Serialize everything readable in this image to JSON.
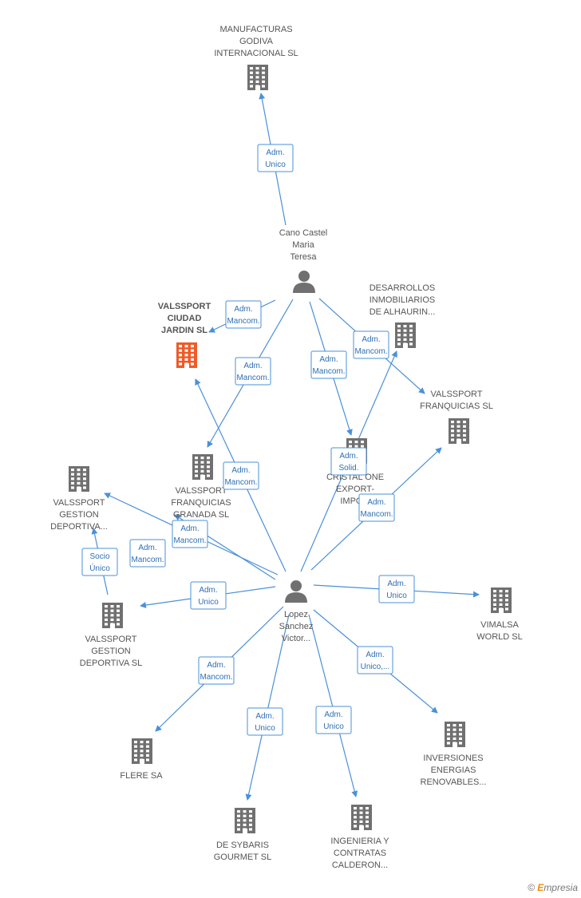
{
  "colors": {
    "edge": "#4a90d9",
    "company": "#707070",
    "highlight": "#f05a28",
    "person": "#707070"
  },
  "nodes": [
    {
      "id": "manufacturas",
      "type": "company",
      "label": [
        "MANUFACTURAS",
        "GODIVA",
        "INTERNACIONAL SL"
      ]
    },
    {
      "id": "cano",
      "type": "person",
      "label": [
        "Cano Castel",
        "Maria",
        "Teresa"
      ]
    },
    {
      "id": "valssport_ciudad",
      "type": "company-main",
      "label": [
        "VALSSPORT",
        "CIUDAD",
        "JARDIN SL"
      ]
    },
    {
      "id": "desarrollos",
      "type": "company",
      "label": [
        "DESARROLLOS",
        "INMOBILIARIOS",
        "DE ALHAURIN..."
      ]
    },
    {
      "id": "valssport_franq",
      "type": "company",
      "label": [
        "VALSSPORT",
        "FRANQUICIAS SL"
      ]
    },
    {
      "id": "valssport_granada",
      "type": "company",
      "label": [
        "VALSSPORT",
        "FRANQUICIAS",
        "GRANADA SL"
      ]
    },
    {
      "id": "cristal",
      "type": "company",
      "label": [
        "CRISTAL ONE",
        "EXPORT-",
        "IMPO..."
      ]
    },
    {
      "id": "valssport_gd1",
      "type": "company",
      "label": [
        "VALSSPORT",
        "GESTION",
        "DEPORTIVA..."
      ]
    },
    {
      "id": "lopez",
      "type": "person",
      "label": [
        "Lopez",
        "Sanchez",
        "Victor..."
      ]
    },
    {
      "id": "valssport_gd2",
      "type": "company",
      "label": [
        "VALSSPORT",
        "GESTION",
        "DEPORTIVA SL"
      ]
    },
    {
      "id": "vimalsa",
      "type": "company",
      "label": [
        "VIMALSA",
        "WORLD SL"
      ]
    },
    {
      "id": "flere",
      "type": "company",
      "label": [
        "FLERE SA"
      ]
    },
    {
      "id": "inversiones",
      "type": "company",
      "label": [
        "INVERSIONES",
        "ENERGIAS",
        "RENOVABLES..."
      ]
    },
    {
      "id": "sybaris",
      "type": "company",
      "label": [
        "DE SYBARIS",
        "GOURMET SL"
      ]
    },
    {
      "id": "ingenieria",
      "type": "company",
      "label": [
        "INGENIERIA Y",
        "CONTRATAS",
        "CALDERON..."
      ]
    }
  ],
  "edges": [
    {
      "from": "cano",
      "to": "manufacturas",
      "label": [
        "Adm.",
        "Unico"
      ]
    },
    {
      "from": "cano",
      "to": "valssport_ciudad",
      "label": [
        "Adm.",
        "Mancom."
      ]
    },
    {
      "from": "cano",
      "to": "valssport_granada",
      "label": [
        "Adm.",
        "Mancom."
      ]
    },
    {
      "from": "cano",
      "to": "cristal",
      "label": [
        "Adm.",
        "Mancom."
      ]
    },
    {
      "from": "cano",
      "to": "valssport_franq",
      "label": [
        "Adm.",
        "Mancom."
      ]
    },
    {
      "from": "lopez",
      "to": "valssport_ciudad",
      "label": [
        "Adm.",
        "Mancom."
      ]
    },
    {
      "from": "lopez",
      "to": "desarrollos",
      "label": [
        "Adm.",
        "Solid."
      ]
    },
    {
      "from": "lopez",
      "to": "valssport_franq",
      "label": [
        "Adm.",
        "Mancom."
      ]
    },
    {
      "from": "lopez",
      "to": "valssport_gd1",
      "label": [
        "Adm.",
        "Mancom."
      ]
    },
    {
      "from": "lopez",
      "to": "valssport_granada",
      "label": [
        "Adm.",
        "Mancom."
      ]
    },
    {
      "from": "valssport_gd2",
      "to": "valssport_gd1",
      "label": [
        "Socio",
        "Único"
      ]
    },
    {
      "from": "lopez",
      "to": "valssport_gd2",
      "label": [
        "Adm.",
        "Unico"
      ]
    },
    {
      "from": "lopez",
      "to": "vimalsa",
      "label": [
        "Adm.",
        "Unico"
      ]
    },
    {
      "from": "lopez",
      "to": "flere",
      "label": [
        "Adm.",
        "Mancom."
      ]
    },
    {
      "from": "lopez",
      "to": "inversiones",
      "label": [
        "Adm.",
        "Unico,..."
      ]
    },
    {
      "from": "lopez",
      "to": "sybaris",
      "label": [
        "Adm.",
        "Unico"
      ]
    },
    {
      "from": "lopez",
      "to": "ingenieria",
      "label": [
        "Adm.",
        "Unico"
      ]
    }
  ],
  "brand": {
    "copyright": "©",
    "initial": "E",
    "rest": "mpresia"
  }
}
